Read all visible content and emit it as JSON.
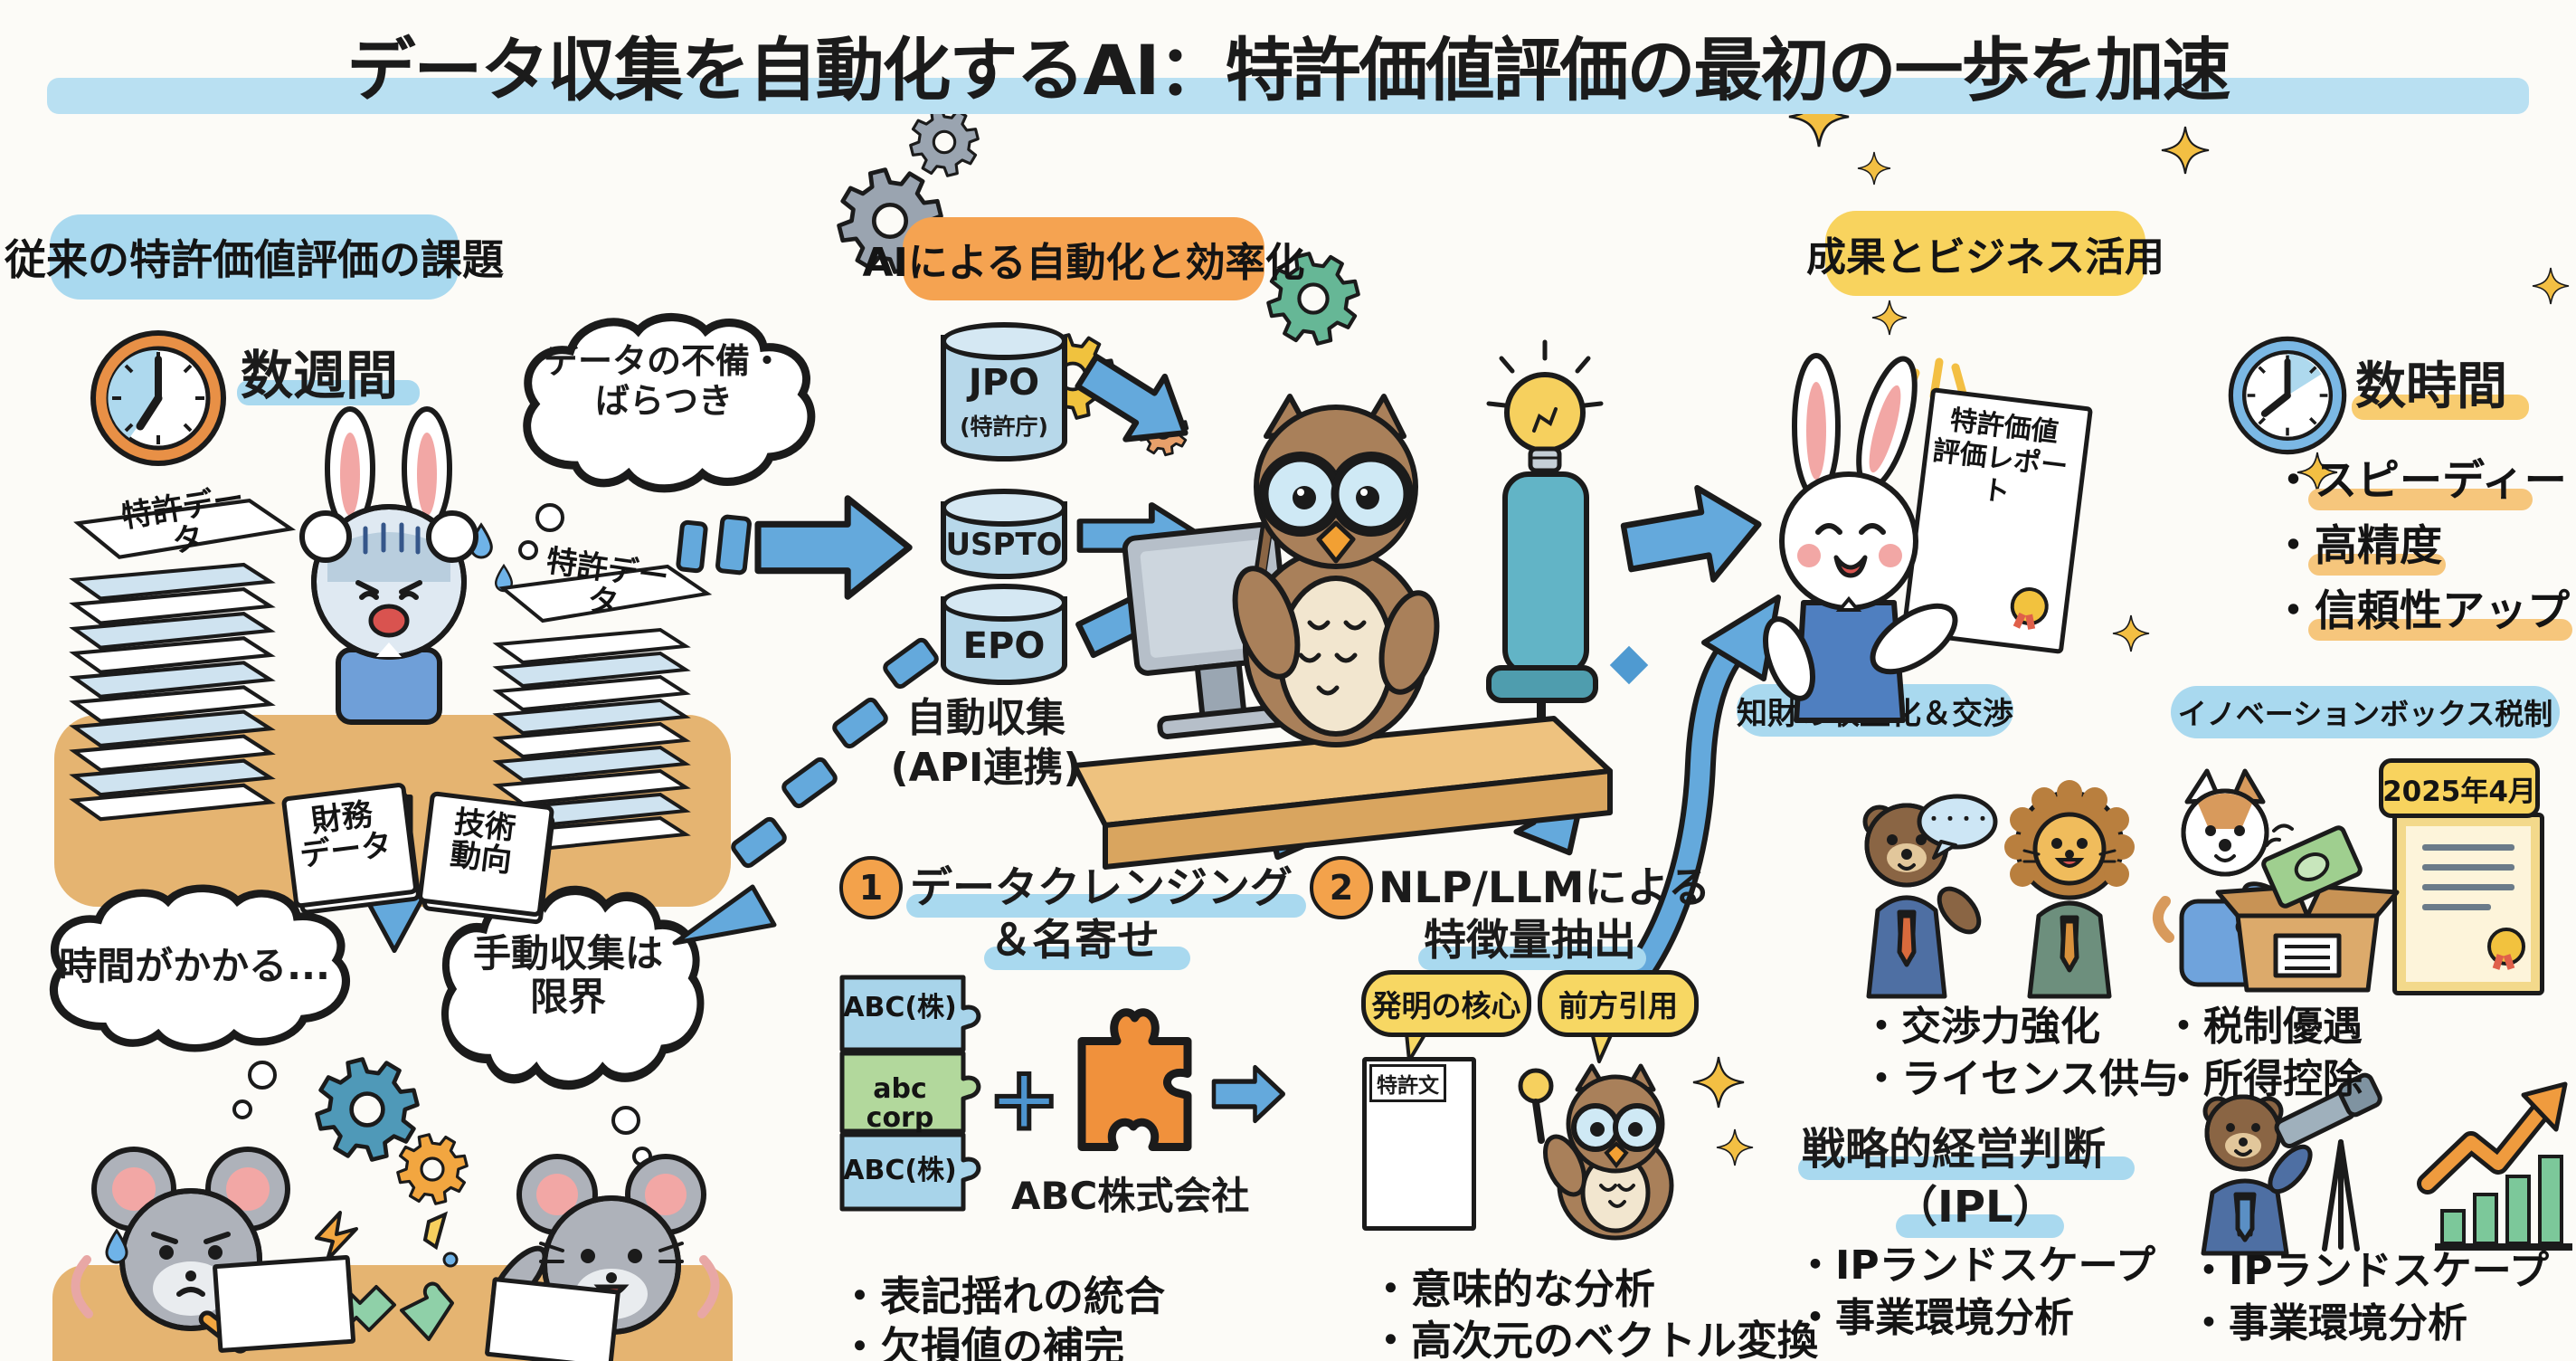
{
  "title": "データ収集を自動化するAI：特許価値評価の最初の一歩を加速",
  "colors": {
    "title_underline": "#b9e0f2",
    "header_left": "#a9d9ef",
    "header_middle": "#f5a351",
    "header_right": "#f8d35e",
    "arrow_blue": "#64a9dc",
    "highlight_orange": "#f6c67c"
  },
  "left": {
    "header": "従来の特許価値評価の課題",
    "duration": "数週間",
    "thought_data_issue_1": "データの不備・",
    "thought_data_issue_2": "ばらつき",
    "stack_left_label": "特許データ",
    "stack_right_label": "特許データ",
    "doc_finance_1": "財務",
    "doc_finance_2": "データ",
    "doc_tech_1": "技術",
    "doc_tech_2": "動向",
    "thought_slow": "時間がかかる...",
    "thought_manual_1": "手動収集は",
    "thought_manual_2": "限界"
  },
  "middle": {
    "header": "AIによる自動化と効率化",
    "db_jpo": "JPO",
    "db_jpo_sub": "(特許庁)",
    "db_uspto": "USPTO",
    "db_epo": "EPO",
    "auto_collect_1": "自動収集",
    "auto_collect_2": "(API連携)",
    "steps": [
      {
        "num": "1",
        "title_1": "データクレンジング",
        "title_2": "＆名寄せ",
        "puzzle_labels": [
          "ABC(株)",
          "abc corp",
          "ABC(株)"
        ],
        "plus": "+",
        "merged": "ABC株式会社",
        "bullets": [
          "・表記揺れの統合",
          "・欠損値の補完"
        ]
      },
      {
        "num": "2",
        "title_1": "NLP/LLMによる",
        "title_2": "特徴量抽出",
        "tag_core": "発明の核心",
        "tag_citation": "前方引用",
        "doc_label": "特許文",
        "bullets": [
          "・意味的な分析",
          "・高次元のベクトル変換"
        ]
      }
    ]
  },
  "right": {
    "header": "成果とビジネス活用",
    "report_title_1": "特許価値",
    "report_title_2": "評価レポート",
    "duration": "数時間",
    "benefits": [
      "・スピーディー",
      "・高精度",
      "・信頼性アップ"
    ],
    "monetize": {
      "header": "知財の収益化＆交渉",
      "speech": "・・・・",
      "bullets": [
        "・交渉力強化",
        "・ライセンス供与"
      ]
    },
    "tax": {
      "header": "イノベーションボックス税制",
      "sign": "2025年4月",
      "bullets": [
        "・税制優遇",
        "・所得控除"
      ]
    },
    "strategy": {
      "header_1": "戦略的経営判断",
      "header_2": "（IPL）",
      "bullets": [
        "・IPランドスケープ",
        "・事業環境分析"
      ]
    },
    "landscape": {
      "bullets": [
        "・IPランドスケープ",
        "・事業環境分析"
      ]
    }
  }
}
